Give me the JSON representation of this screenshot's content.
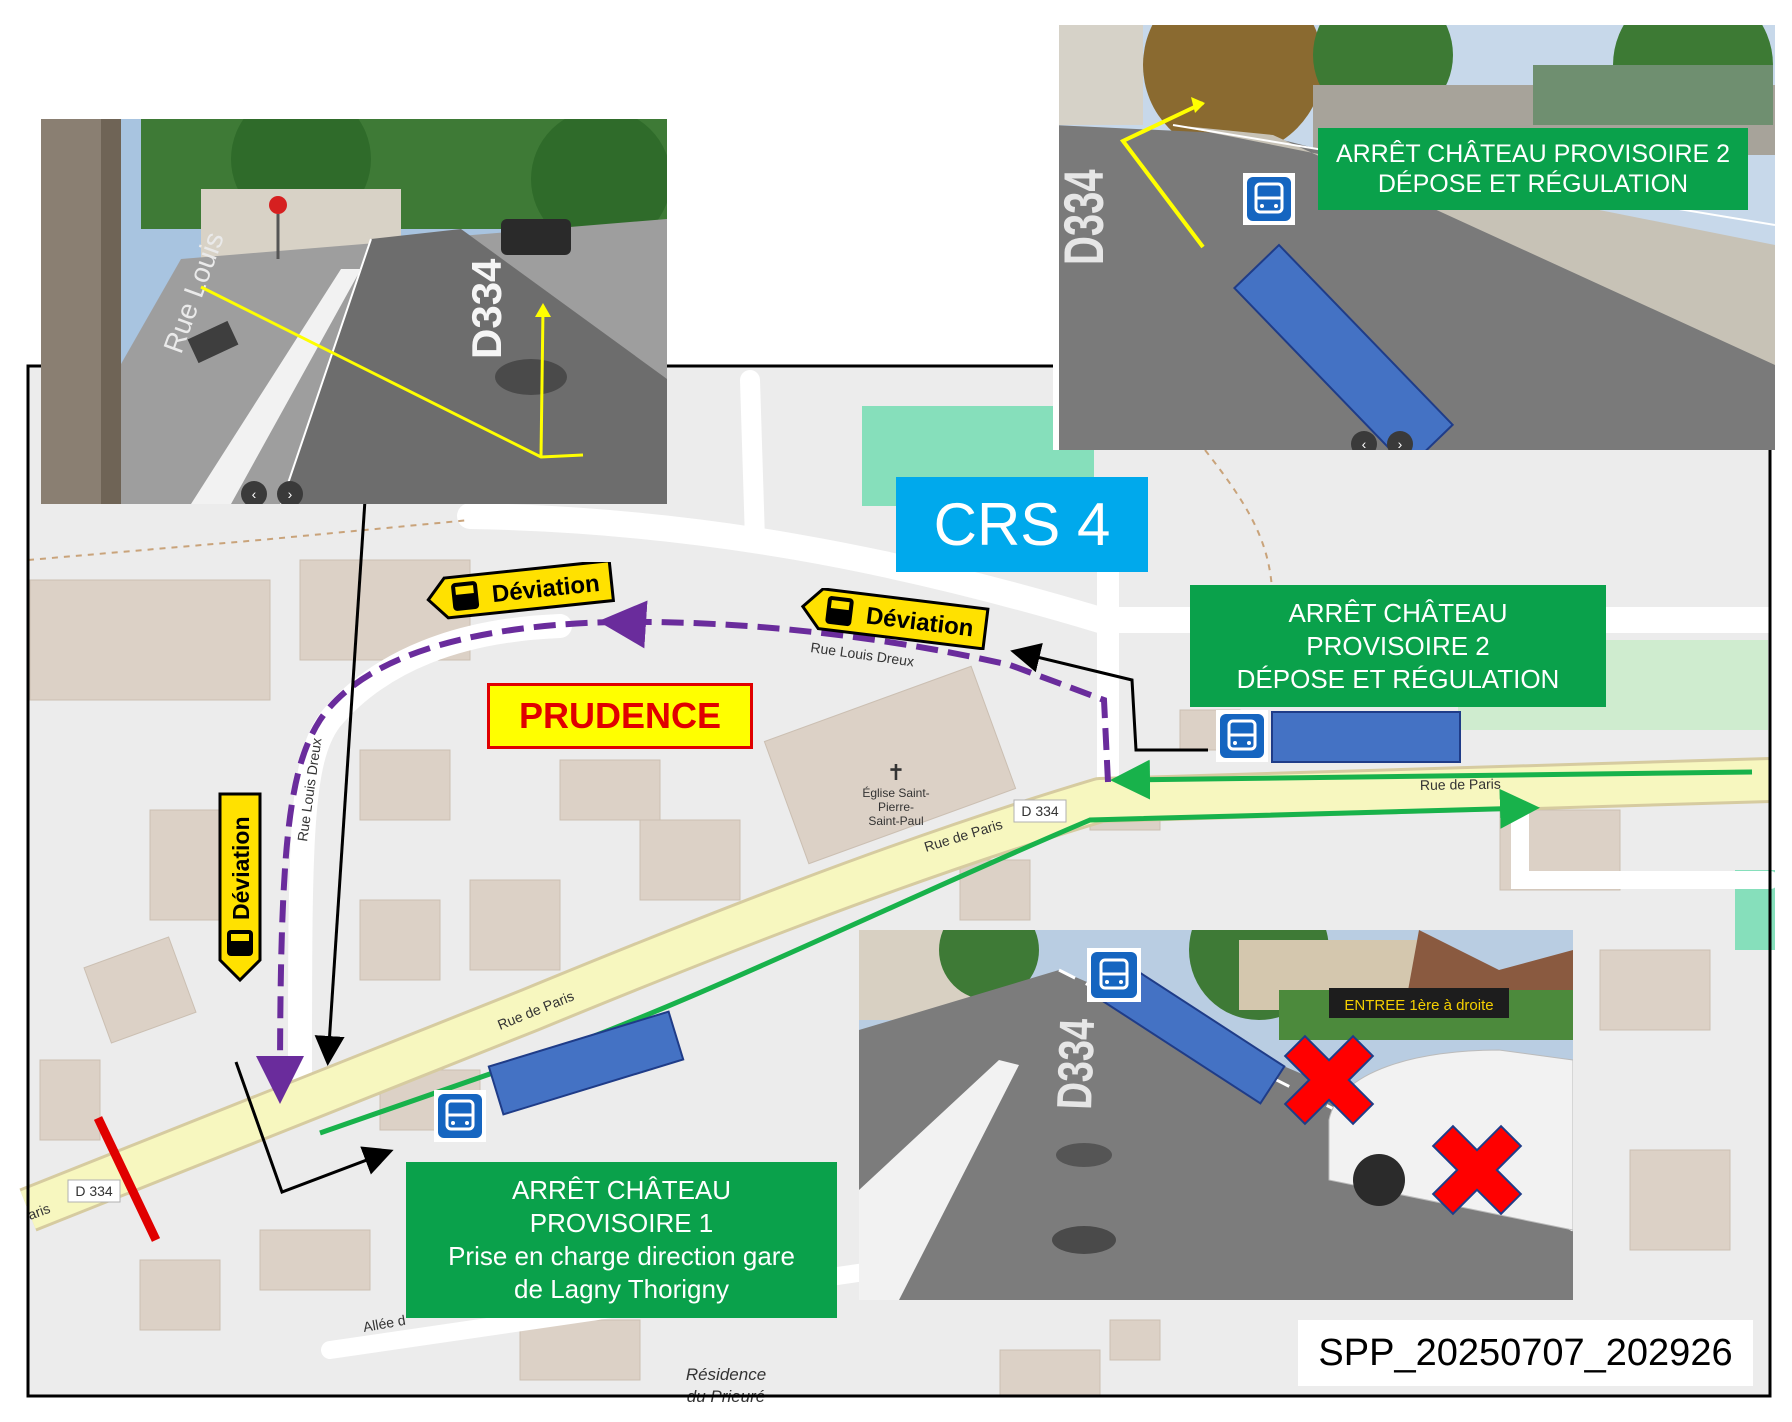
{
  "map": {
    "street_labels": {
      "rue_louis_dreux_top": "Rue Louis Dreux",
      "rue_louis_dreux_side": "Rue Louis Dreux",
      "rue_de_paris_right": "Rue de Paris",
      "rue_de_paris_mid": "Rue de Paris",
      "rue_de_paris_low": "Rue de Paris",
      "rue_de_paris_left": "aris",
      "allee": "Allée d",
      "d334_mid": "D 334",
      "d334_left": "D 334"
    },
    "church": {
      "symbol": "✝",
      "line1": "Église Saint-",
      "line2": "Pierre-",
      "line3": "Saint-Paul"
    },
    "residence": {
      "line1": "Résidence",
      "line2": "du Prieuré"
    }
  },
  "crs_label": "CRS 4",
  "prudence_label": "PRUDENCE",
  "deviation_label": "Déviation",
  "stop_top_right": {
    "line1": "ARRÊT CHÂTEAU",
    "line2": "PROVISOIRE 2",
    "line3": "DÉPOSE ET  RÉGULATION"
  },
  "stop_bottom": {
    "line1": "ARRÊT CHÂTEAU",
    "line2": "PROVISOIRE 1",
    "line3": "Prise en charge direction gare",
    "line4": "de Lagny Thorigny"
  },
  "photo_top_right": {
    "line1": "ARRÊT CHÂTEAU PROVISOIRE 2",
    "line2": "DÉPOSE ET  RÉGULATION",
    "road_marking": "D334"
  },
  "photo_top_left": {
    "street_sign": "Rue Louis",
    "road_marking": "D334"
  },
  "photo_bottom_right": {
    "road_marking": "D334",
    "sign_text": "ENTREE 1ère à droite"
  },
  "image_code": "SPP_20250707_202926",
  "colors": {
    "deviation_route": "#6a2c9c",
    "bus_route": "#18b24b",
    "bus_block": "#4472c4",
    "stop_box": "#0aa14b",
    "crs_box": "#00a9ec",
    "closure_bar": "#e00000"
  },
  "icons": [
    "bus-stop-icon",
    "bus-icon",
    "cross-mark-icon",
    "chevron-left-icon",
    "chevron-right-icon"
  ]
}
